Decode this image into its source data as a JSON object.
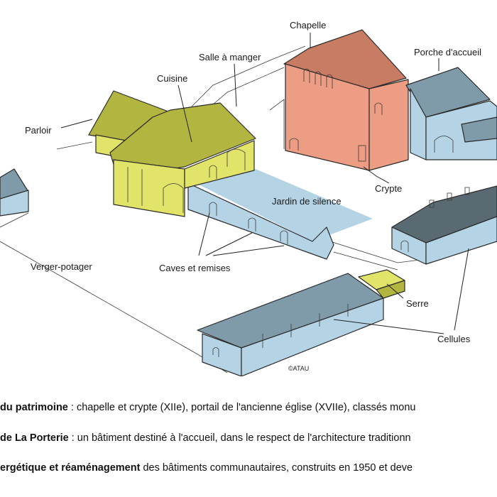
{
  "labels": {
    "chapelle": "Chapelle",
    "salle_a_manger": "Salle à manger",
    "porche_accueil": "Porche d'accueil",
    "cuisine": "Cuisine",
    "parloir": "Parloir",
    "crypte": "Crypte",
    "jardin_de_silence": "Jardin de silence",
    "verger_potager": "Verger-potager",
    "caves_et_remises": "Caves et remises",
    "serre": "Serre",
    "cellules": "Cellules"
  },
  "credit": "©ATAU",
  "captions": [
    {
      "bold": "du patrimoine",
      "text": " : chapelle et crypte (XIIe), portail de l'ancienne église (XVIIe), classés monu"
    },
    {
      "bold": "de La Porterie",
      "text": " : un bâtiment destiné à l'accueil, dans le respect de l'architecture traditionn"
    },
    {
      "bold": "ergétique et réaménagement",
      "text": " des bâtiments communautaires, construits en 1950 et deve"
    }
  ],
  "colors": {
    "chapel_wall": "#ec9d84",
    "chapel_roof": "#c77c63",
    "blue_wall": "#b4d4e6",
    "blue_roof": "#7f9aa8",
    "yellow_wall": "#e2e46a",
    "yellow_roof": "#b2b540",
    "dark_roof": "#5a6a72"
  }
}
